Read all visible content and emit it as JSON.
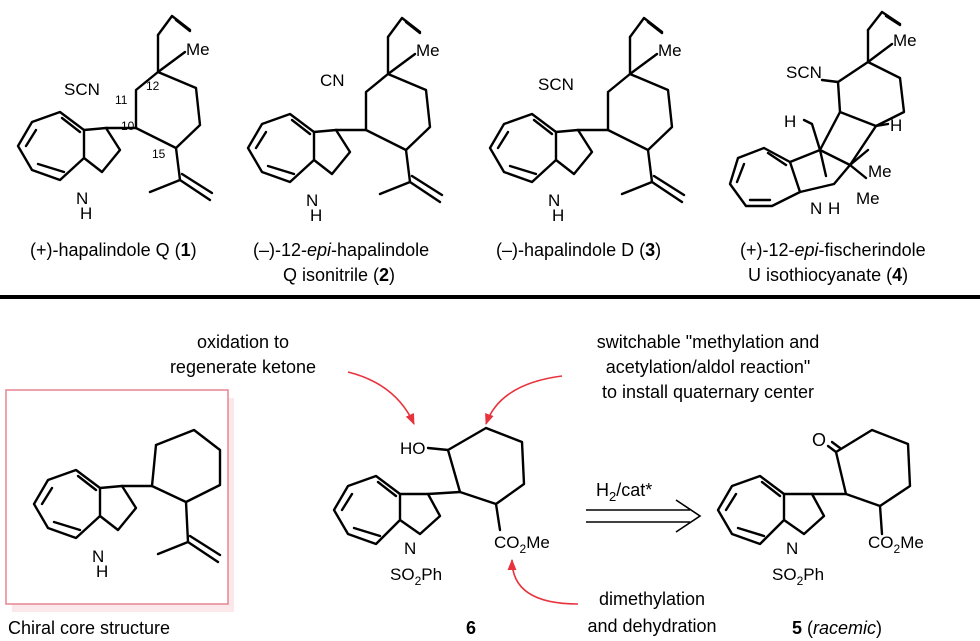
{
  "accent_color": "#e8323c",
  "box_border_color": "#e98c97",
  "compounds": {
    "c1": {
      "name_a": "(+)-hapalindole Q (",
      "num": "1",
      "name_b": ")",
      "sub": "SCN",
      "loc11": "11",
      "loc12": "12",
      "loc10": "10",
      "loc15": "15",
      "me": "Me",
      "nh": "N",
      "h": "H"
    },
    "c2": {
      "line1_a": "(–)-12-",
      "line1_i": "epi",
      "line1_b": "-hapalindole",
      "line2_a": "Q isonitrile (",
      "num": "2",
      "line2_b": ")",
      "sub": "CN",
      "me": "Me",
      "nh": "N",
      "h": "H"
    },
    "c3": {
      "name_a": "(–)-hapalindole D (",
      "num": "3",
      "name_b": ")",
      "sub": "SCN",
      "me": "Me",
      "nh": "N",
      "h": "H"
    },
    "c4": {
      "line1_a": "(+)-12-",
      "line1_i": "epi",
      "line1_b": "-fischerindole",
      "line2_a": "U isothiocyanate (",
      "num": "4",
      "line2_b": ")",
      "sub": "SCN",
      "me": "Me",
      "me2": "Me",
      "me3": "Me",
      "h1": "H",
      "h2": "H",
      "nh": "N",
      "h": "H"
    },
    "core": {
      "caption": "Chiral core structure",
      "nh": "N",
      "h": "H"
    },
    "c6": {
      "num": "6",
      "ho": "HO",
      "n": "N",
      "so2ph_a": "SO",
      "so2ph_sub": "2",
      "so2ph_b": "Ph",
      "ester_a": "CO",
      "ester_sub": "2",
      "ester_b": "Me"
    },
    "c5": {
      "num": "5",
      "racemic": "racemic",
      "o": "O",
      "n": "N",
      "so2ph_a": "SO",
      "so2ph_sub": "2",
      "so2ph_b": "Ph",
      "ester_a": "CO",
      "ester_sub": "2",
      "ester_b": "Me"
    }
  },
  "annotations": {
    "oxidation": [
      "oxidation to",
      "regenerate ketone"
    ],
    "switchable": [
      "switchable \"methylation and",
      "acetylation/aldol reaction\"",
      "to install quaternary center"
    ],
    "dimethylation": [
      "dimethylation",
      "and dehydration"
    ],
    "reagent_a": "H",
    "reagent_sub": "2",
    "reagent_b": "/cat*"
  }
}
